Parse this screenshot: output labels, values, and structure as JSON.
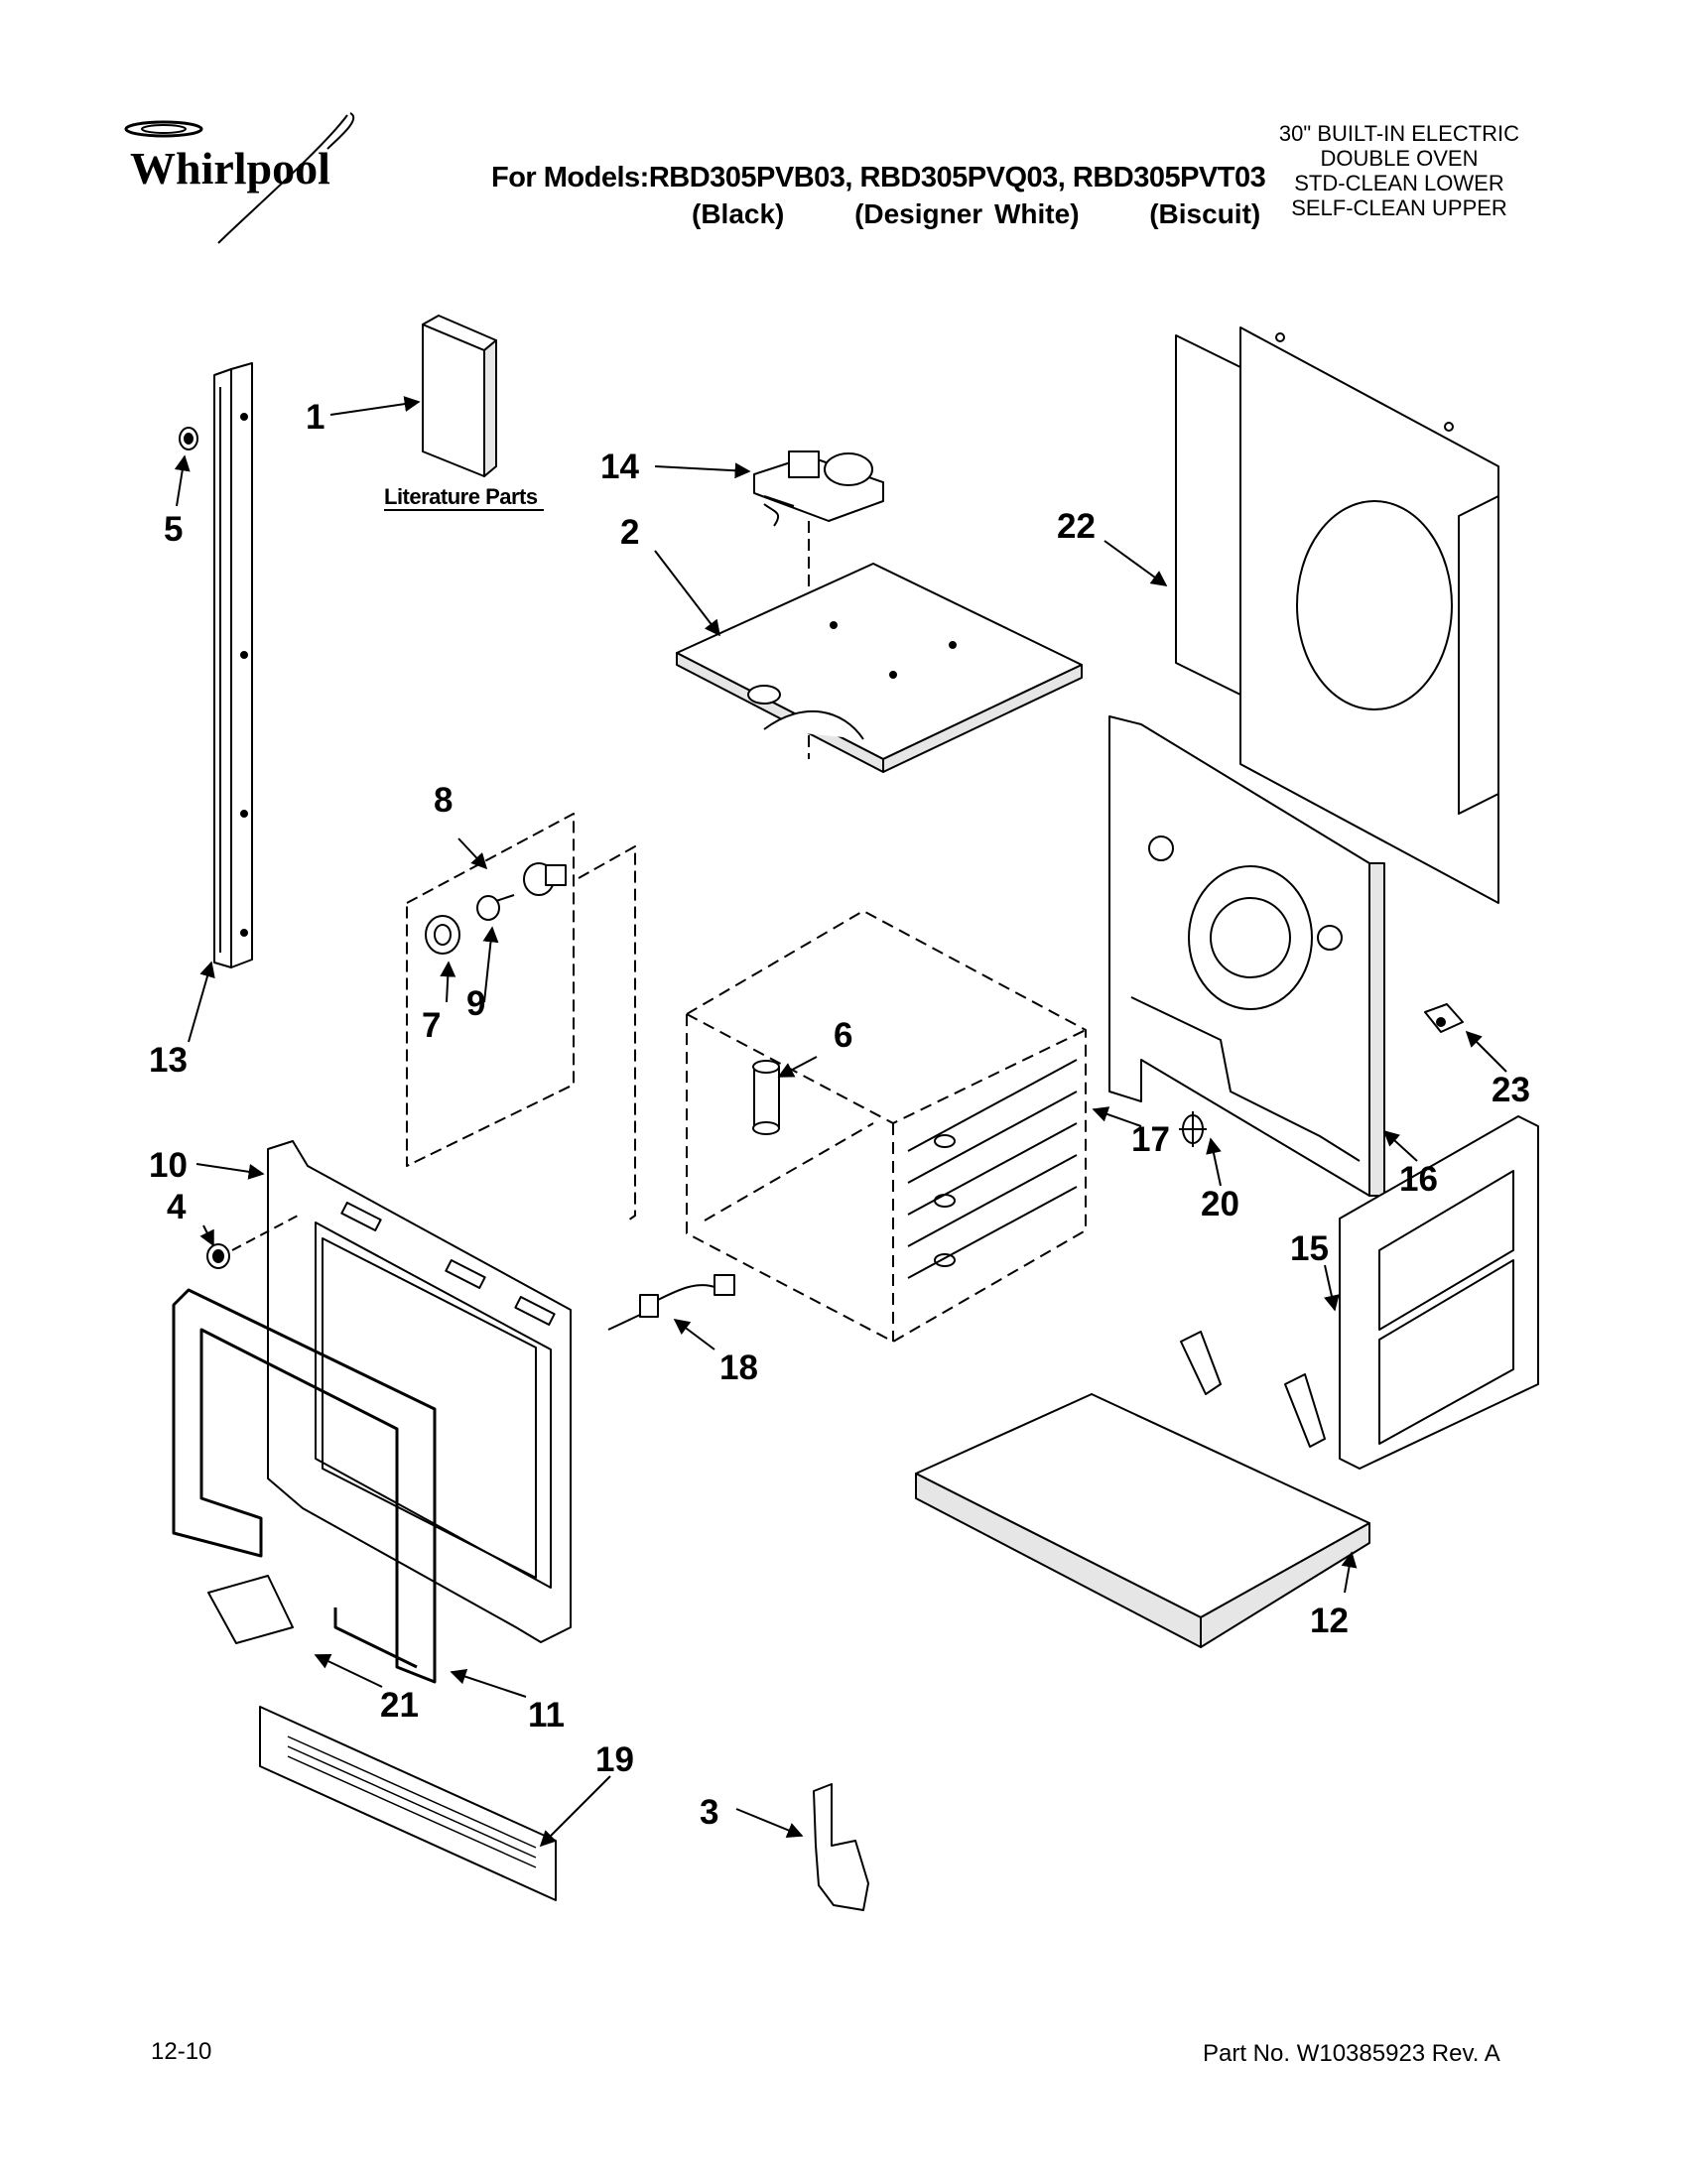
{
  "brand": "Whirlpool",
  "models_line": "For Models:RBD305PVB03, RBD305PVQ03, RBD305PVT03",
  "finishes": [
    "(Black)",
    "(Designer White)",
    "(Biscuit)"
  ],
  "description": [
    "30\" BUILT-IN ELECTRIC",
    "DOUBLE OVEN",
    "STD-CLEAN LOWER",
    "SELF-CLEAN UPPER"
  ],
  "literature_label": "Literature Parts",
  "callouts": [
    "1",
    "2",
    "3",
    "4",
    "5",
    "6",
    "7",
    "8",
    "9",
    "10",
    "11",
    "12",
    "13",
    "14",
    "15",
    "16",
    "17",
    "18",
    "19",
    "20",
    "21",
    "22",
    "23"
  ],
  "footer": {
    "date": "12-10",
    "part_no": "Part No. W10385923 Rev. A"
  },
  "colors": {
    "ink": "#000000",
    "paper": "#ffffff",
    "part_fill": "#ffffff",
    "shade": "#e6e6e6"
  }
}
